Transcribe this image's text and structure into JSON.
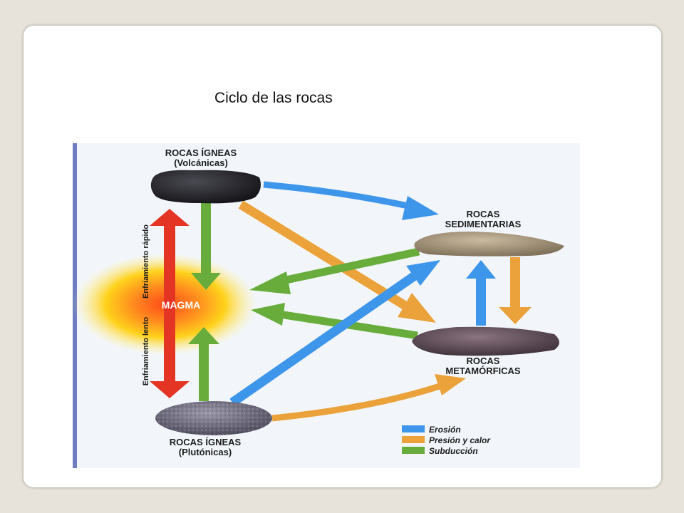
{
  "slide": {
    "title": "Ciclo de las rocas"
  },
  "diagram": {
    "nodes": {
      "igneous_volcanic": {
        "line1": "ROCAS ÍGNEAS",
        "line2": "(Volcánicas)"
      },
      "sedimentary": {
        "line1": "ROCAS",
        "line2": "SEDIMENTARIAS"
      },
      "metamorphic": {
        "line1": "ROCAS",
        "line2": "METAMÓRFICAS"
      },
      "igneous_plutonic": {
        "line1": "ROCAS ÍGNEAS",
        "line2": "(Plutónicas)"
      },
      "magma": {
        "label": "MAGMA"
      }
    },
    "side_labels": {
      "fast_cooling": "Enfriamiento rápido",
      "slow_cooling": "Enfriamiento lento"
    },
    "legend": [
      {
        "label": "Erosión",
        "color": "#3e96ea"
      },
      {
        "label": "Presión y calor",
        "color": "#eba23a"
      },
      {
        "label": "Subducción",
        "color": "#68ad3c"
      }
    ],
    "colors": {
      "erosion": "#3e96ea",
      "pressure_heat": "#eba23a",
      "subduction": "#68ad3c",
      "cooling": "#e43524",
      "magma_glow": "#ffd21c"
    }
  }
}
